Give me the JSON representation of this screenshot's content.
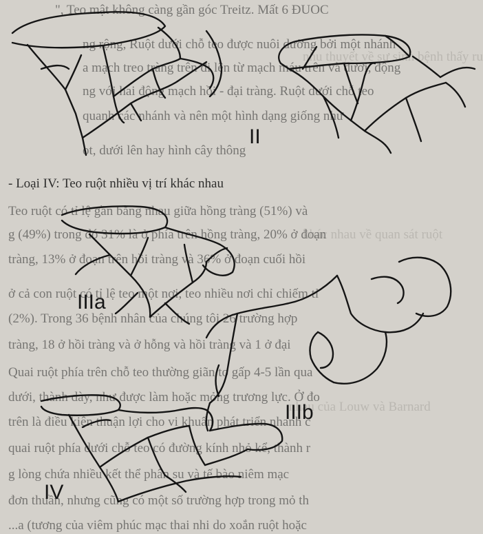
{
  "body_lines": [
    "\", Teo mật không càng gần góc Treitz. Mất 6 ĐUOC",
    "ng rộng, Ruột dưới chỗ teo được nuôi dưỡng bởi một nhánh",
    "a mạch treo tràng trên đi lên từ mạch máu trên và dưới, động",
    "ng với hai động mạch hồi - đại tràng. Ruột dưới chỗ teo",
    "quanh các nhánh và nên một hình dạng giống như",
    "ot, dưới lên hay hình cây thông",
    "- Loại IV: Teo ruột nhiều vị trí khác nhau",
    "Teo ruột có tỉ lệ gần bằng nhau giữa hồng tràng (51%) và",
    "g (49%) trong đó 31% là ở phía trên hồng tràng, 20% ở đoạn",
    "tràng, 13% ở đoạn trên hồi tràng và 36% ở đoạn cuối hồi",
    "ở cả con ruột có tỉ lệ teo một nơi, teo nhiều nơi chỉ chiếm tỉ",
    "(2%). Trong 36 bệnh nhân của chúng tôi 26 trường hợp",
    "tràng, 18 ở hồi tràng và ở hỗng và hồi tràng và 1 ở đại",
    "Quai ruột phía trên chỗ teo thường giãn to gấp 4-5 lần qua",
    "dưới, thành dày, như được làm hoặc mỏng trương lực. Ở đo",
    "trên là điều kiện thuận lợi cho vi khuẩn phát triển nhanh c",
    "quai ruột phía dưới chỗ teo có đường kính nhỏ kể, thành r",
    "g lòng chứa nhiều kết thể phân su và tế bào niêm mạc",
    "đơn thuần, nhưng cũng có một số trường hợp trong mỏ th",
    "...a (tương của viêm phúc mạc thai nhi do xoắn ruột hoặc"
  ],
  "figure_labels": {
    "II": "II",
    "IIIa": "IIIa",
    "IIIb": "IIIb",
    "IV": "IV"
  }
}
